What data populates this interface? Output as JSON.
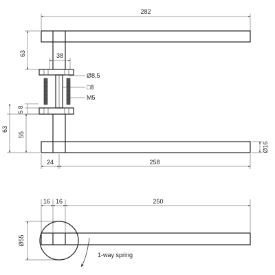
{
  "dimensions": {
    "top_length": "282",
    "left_height_top": "63",
    "rose_width": "38",
    "diam_bolt": "Ø8,5",
    "square_spindle": "□8",
    "thread": "M5",
    "offset_8": "8",
    "offset_5": "5",
    "left_height_bottom": "63",
    "height_55": "55",
    "bar_diameter": "Ø16",
    "base_24": "24",
    "base_258": "258",
    "plan_16a": "16",
    "plan_16b": "16",
    "plan_250": "250",
    "plan_diam_55": "Ø55"
  },
  "annotations": {
    "spring_note": "1-way spring"
  }
}
